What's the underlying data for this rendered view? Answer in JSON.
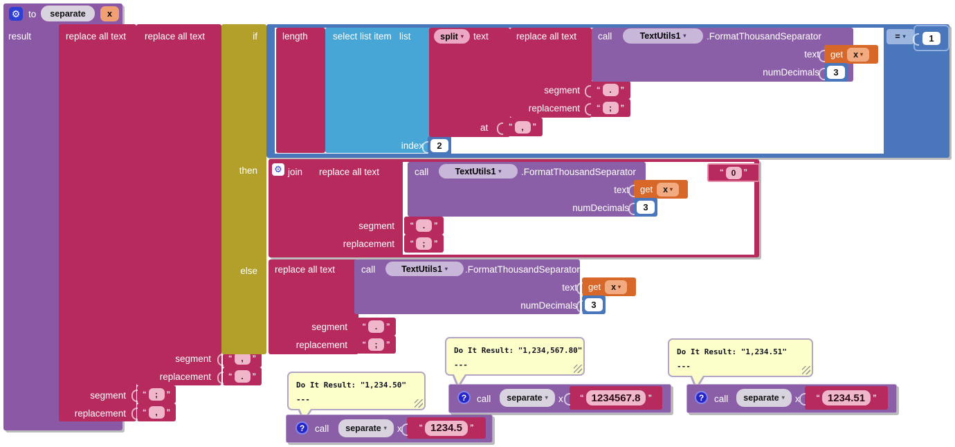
{
  "ui": {
    "open_quote": "“",
    "close_quote": "”",
    "dropdown_arrow": "▾",
    "gear_icon": "⚙",
    "question_icon": "?"
  },
  "colors": {
    "procedure_purple": "#8a58a5",
    "text_crimson": "#b62a5e",
    "control_olive": "#b2a02a",
    "logic_blue": "#4a76bb",
    "list_cyan": "#47a6d5",
    "variable_orange": "#d8672a",
    "comment_yellow": "#fdffca"
  },
  "procedure": {
    "to_label": "to",
    "name": "separate",
    "param": "x",
    "result_label": "result"
  },
  "outer_replace": {
    "label": "replace all text",
    "segment_label": "segment",
    "segment_value": ";",
    "replacement_label": "replacement",
    "replacement_value": ","
  },
  "inner_replace": {
    "label": "replace all text",
    "segment_label": "segment",
    "segment_value": ",",
    "replacement_label": "replacement",
    "replacement_value": "."
  },
  "if_block": {
    "if_label": "if",
    "then_label": "then",
    "else_label": "else"
  },
  "condition": {
    "length_label": "length",
    "select_label": "select list item",
    "list_label": "list",
    "index_label": "index",
    "index_value": "2",
    "split_label": "split",
    "text_label": "text",
    "at_label": "at",
    "at_value": ",",
    "replace": {
      "label": "replace all text",
      "segment_label": "segment",
      "segment_value": ".",
      "replacement_label": "replacement",
      "replacement_value": ";"
    },
    "equals_op": "=",
    "equals_value": "1"
  },
  "format_call": {
    "call_label": "call",
    "component": "TextUtils1",
    "method": ".FormatThousandSeparator",
    "text_label": "text",
    "get_label": "get",
    "var_name": "x",
    "num_decimals_label": "numDecimals",
    "num_decimals_value": "3"
  },
  "then_branch": {
    "join_label": "join",
    "replace": {
      "label": "replace all text",
      "segment_label": "segment",
      "segment_value": ".",
      "replacement_label": "replacement",
      "replacement_value": ";"
    },
    "zero_value": "0"
  },
  "else_branch": {
    "replace": {
      "label": "replace all text",
      "segment_label": "segment",
      "segment_value": ".",
      "replacement_label": "replacement",
      "replacement_value": ";"
    }
  },
  "call_separate": {
    "call_label": "call",
    "name": "separate",
    "param_label": "x"
  },
  "do_it_calls": [
    {
      "result_text": "Do It Result: \"1,234.50\"",
      "ellipsis": "---",
      "arg_value": "1234.5"
    },
    {
      "result_text": "Do It Result: \"1,234,567.80\"",
      "ellipsis": "---",
      "arg_value": "1234567.8"
    },
    {
      "result_text": "Do It Result: \"1,234.51\"",
      "ellipsis": "---",
      "arg_value": "1234.51"
    }
  ]
}
